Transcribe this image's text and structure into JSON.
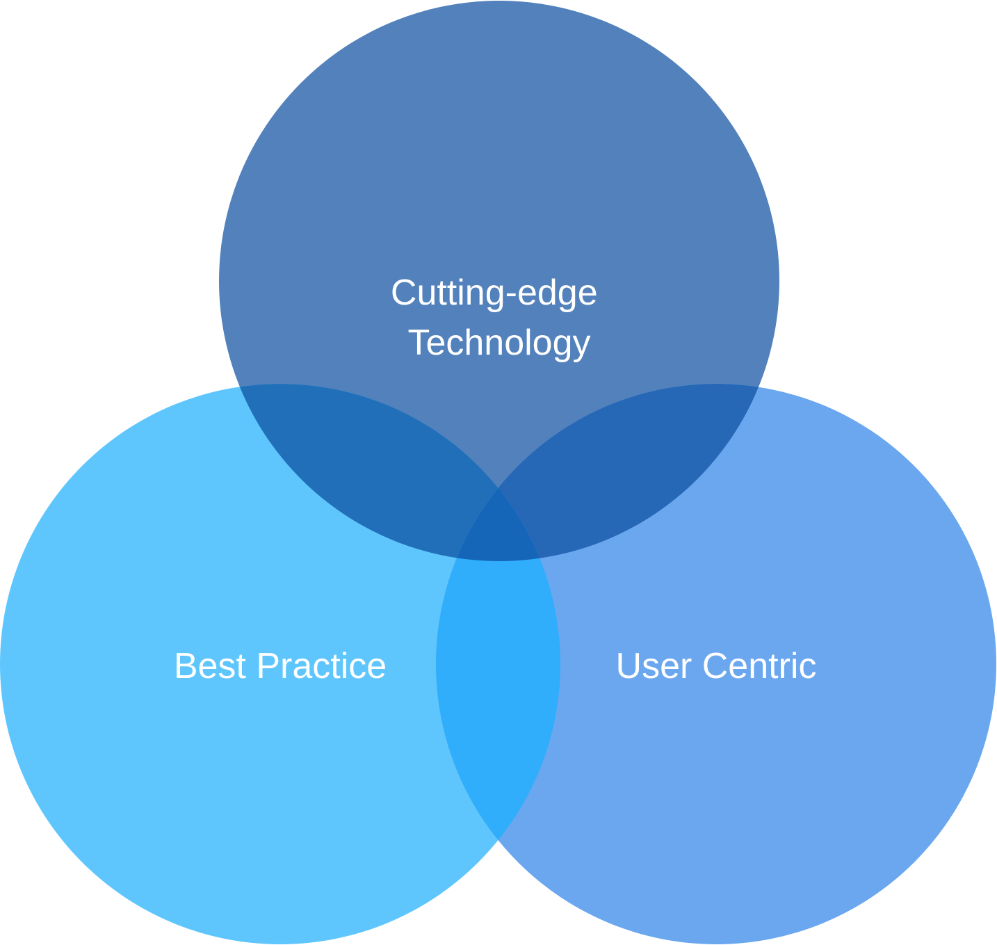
{
  "venn": {
    "sets": [
      {
        "id": "top",
        "label_lines": [
          "Cutting-edge",
          "Technology"
        ],
        "color": "#5281BB"
      },
      {
        "id": "left",
        "label_lines": [
          "Best Practice"
        ],
        "color": "#5EC6FD"
      },
      {
        "id": "right",
        "label_lines": [
          "User Centric"
        ],
        "color": "#6AA7EE"
      }
    ],
    "overlap_colors": {
      "top_left": "#226FB9",
      "top_right": "#2667B6",
      "left_right": "#30AEFB",
      "all_three": "#1566B8"
    }
  }
}
